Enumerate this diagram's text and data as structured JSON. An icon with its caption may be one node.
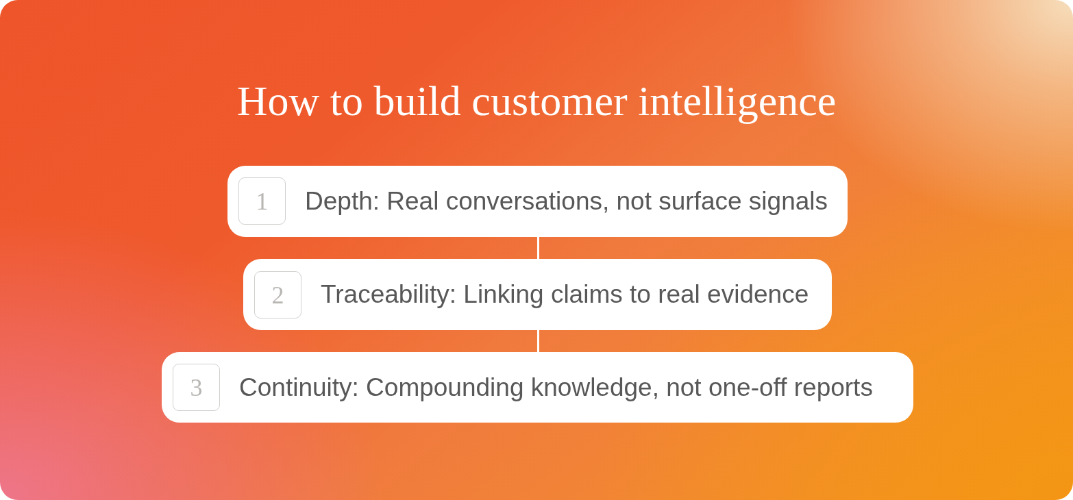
{
  "diagram": {
    "title": "How to build customer intelligence",
    "nodes": [
      {
        "text": [
          "Depth: Real conversations, not surface signals"
        ]
      },
      {
        "text": [
          "1"
        ],
        "in": 0
      },
      {
        "text": [
          "Traceability: Linking claims to real evidence"
        ]
      },
      {
        "text": [
          "2"
        ],
        "in": 2
      },
      {
        "text": [
          "Continuity: Compounding knowledge, not one-off reports"
        ]
      },
      {
        "text": [
          "3"
        ],
        "in": 4
      }
    ],
    "edges": [
      {
        "from": 0,
        "to": 2,
        "arrow": "none"
      },
      {
        "from": 2,
        "to": 4,
        "arrow": "none"
      }
    ]
  }
}
